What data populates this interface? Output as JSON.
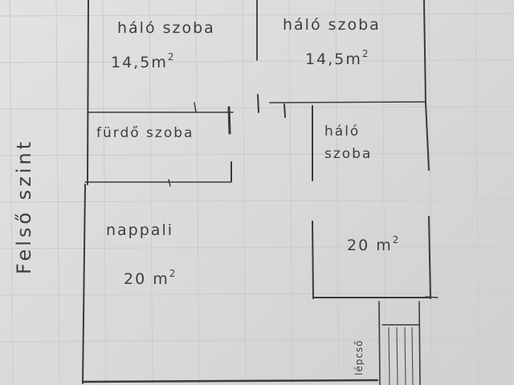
{
  "floor_label": "Felső szint",
  "rooms": [
    {
      "id": "bedroom-1",
      "name": "háló szoba",
      "area_value": "14,5",
      "area_unit": "m",
      "area_sup": "2"
    },
    {
      "id": "bedroom-2",
      "name": "háló szoba",
      "area_value": "14,5",
      "area_unit": "m",
      "area_sup": "2"
    },
    {
      "id": "bathroom",
      "name": "fürdő szoba"
    },
    {
      "id": "bedroom-3",
      "name_line1": "háló",
      "name_line2": "szoba",
      "area_value": "20",
      "area_unit": "m",
      "area_sup": "2"
    },
    {
      "id": "living-room",
      "name": "nappali",
      "area_value": "20",
      "area_unit": "m",
      "area_sup": "2"
    }
  ],
  "stairs": {
    "label": "lépcső"
  },
  "colors": {
    "ink": "#3e3e3e",
    "paper": "#dcdddb",
    "grid": "#c9ccca"
  }
}
